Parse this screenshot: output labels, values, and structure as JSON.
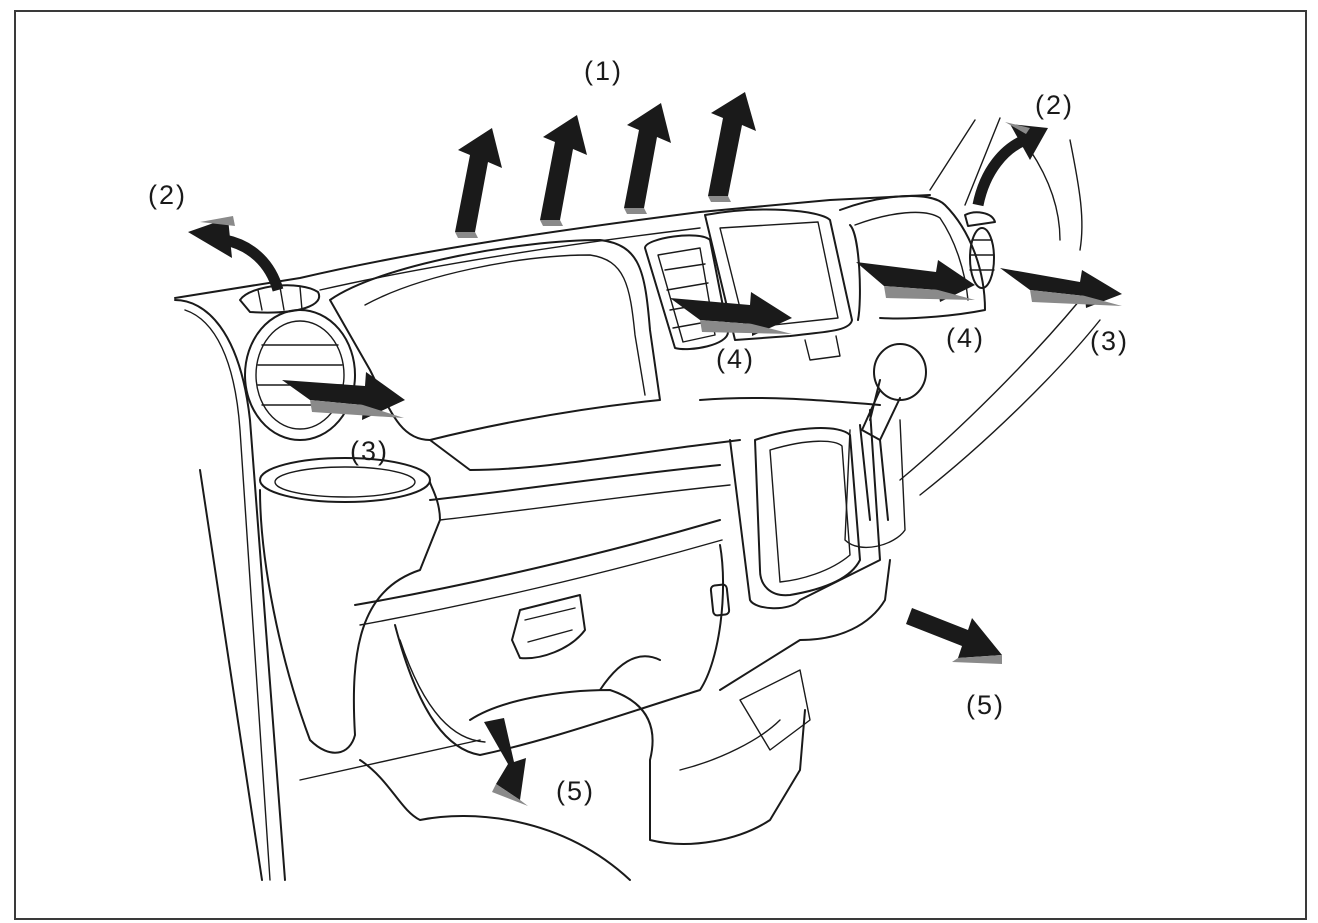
{
  "figure": {
    "callouts": [
      {
        "id": "1",
        "text": "(1)"
      },
      {
        "id": "2-left",
        "text": "(2)"
      },
      {
        "id": "2-right",
        "text": "(2)"
      },
      {
        "id": "3-left",
        "text": "(3)"
      },
      {
        "id": "3-right",
        "text": "(3)"
      },
      {
        "id": "4-center",
        "text": "(4)"
      },
      {
        "id": "4-right",
        "text": "(4)"
      },
      {
        "id": "5-right",
        "text": "(5)"
      },
      {
        "id": "5-bottom",
        "text": "(5)"
      }
    ],
    "colors": {
      "line": "#1a1a1a",
      "arrow_fill": "#1a1a1a",
      "arrow_tail": "#8a8a8a",
      "background": "#ffffff",
      "border": "#3a3a3a"
    }
  }
}
